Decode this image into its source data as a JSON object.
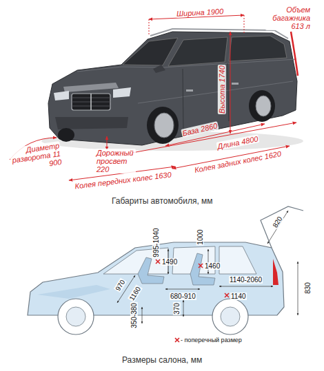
{
  "diagram": {
    "labels": [
      "Ширина 1900",
      "Объем багажника 613 л",
      "Высота 1740",
      "База 2860",
      "Длина 4800",
      "Диаметр разворота 11 900",
      "Дорожный просвет 220",
      "Колея задних колес 1620",
      "Колея передних колес 1630",
      "Габариты автомобиля, мм",
      "820",
      "830",
      "970",
      "1160",
      "995-1040",
      "1490",
      "1000",
      "1460",
      "680-910",
      "1140-2060",
      "350-380",
      "370",
      "1140",
      "Размеры салона, мм"
    ],
    "legend": [
      {
        "text": "- поперечный размер"
      }
    ]
  }
}
